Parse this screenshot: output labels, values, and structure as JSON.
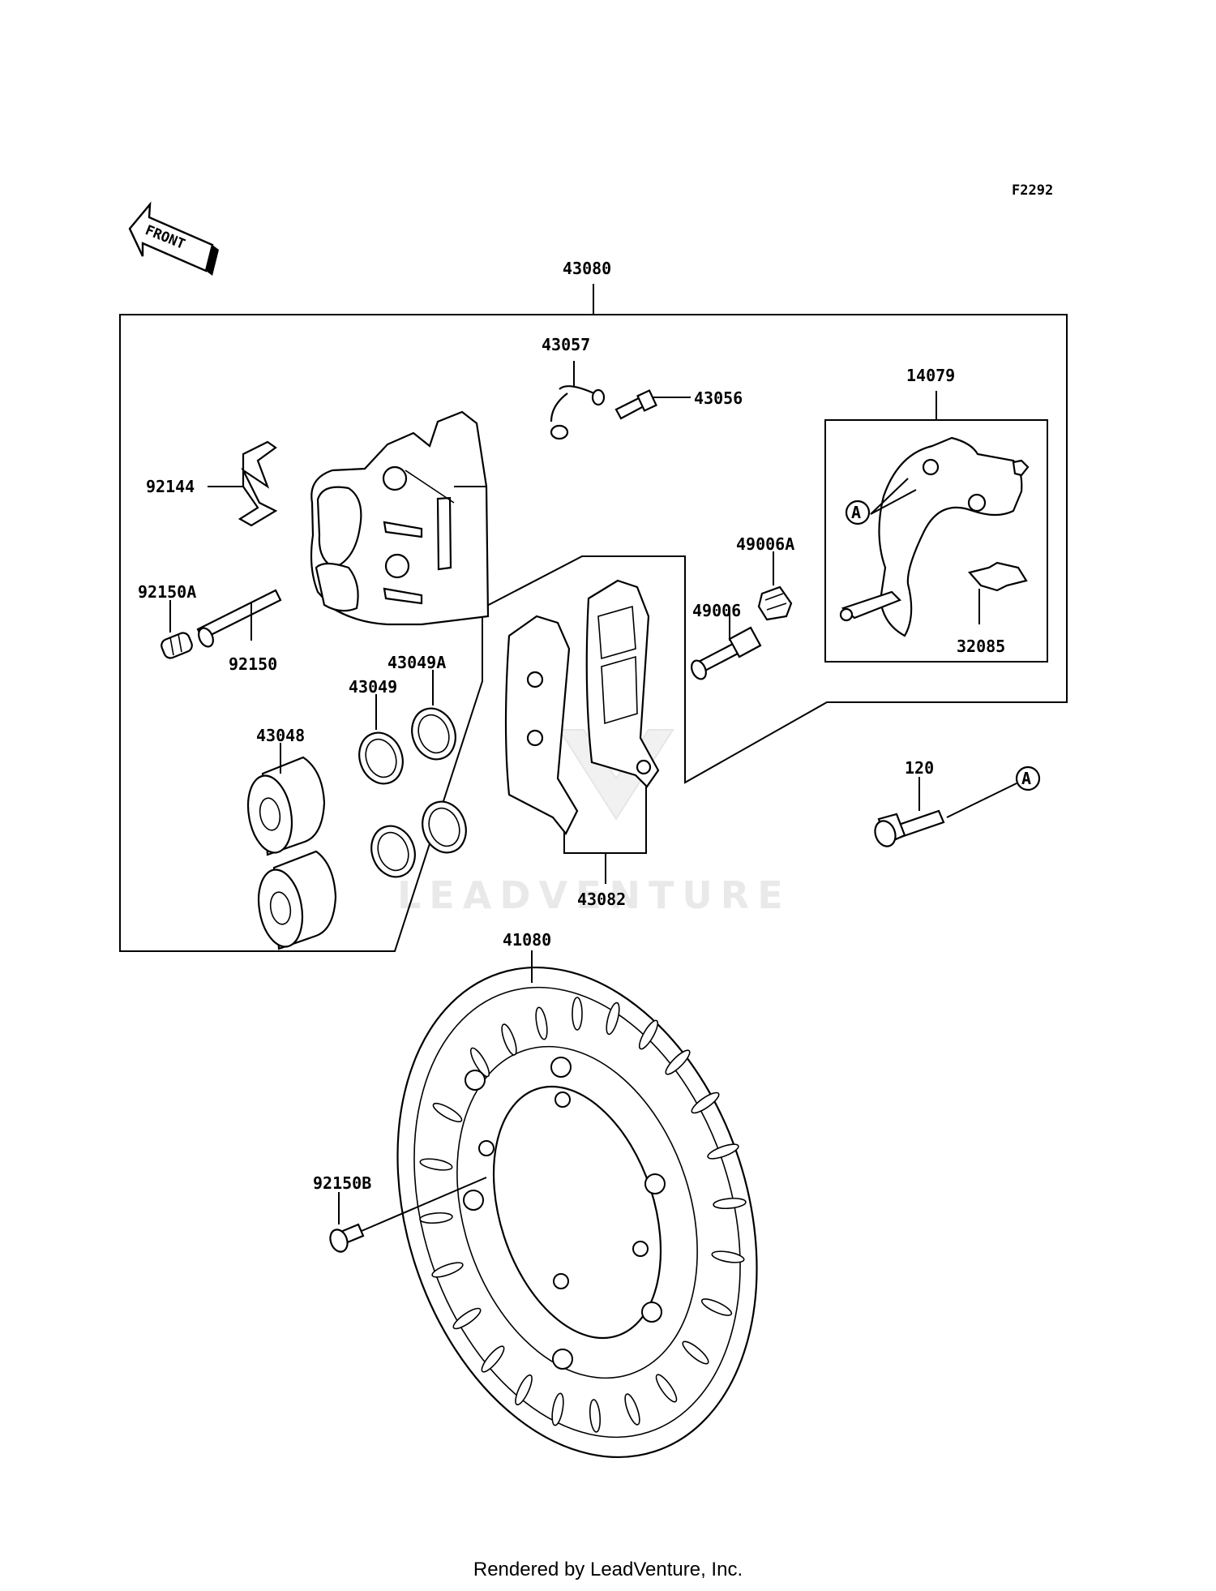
{
  "figure_code": "F2292",
  "front_label": "FRONT",
  "watermark": "LEADVENTURE",
  "footer": "Rendered by LeadVenture, Inc.",
  "ref_marker": "A",
  "parts": {
    "p43080": "43080",
    "p43057": "43057",
    "p43056": "43056",
    "p14079": "14079",
    "p92144": "92144",
    "p49006A": "49006A",
    "p49006": "49006",
    "p92150A": "92150A",
    "p92150": "92150",
    "p32085": "32085",
    "p43049A": "43049A",
    "p43049": "43049",
    "p43048": "43048",
    "p120": "120",
    "p43082": "43082",
    "p41080": "41080",
    "p92150B": "92150B"
  }
}
